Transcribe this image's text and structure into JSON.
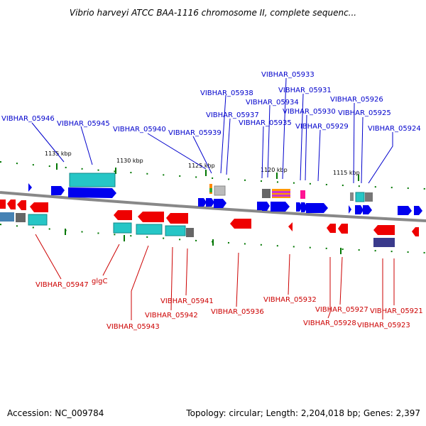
{
  "title": "Vibrio harveyi ATCC BAA-1116 chromosome II, complete sequenc...",
  "footer": {
    "accession": "Accession: NC_009784",
    "summary": "Topology: circular; Length: 2,204,018 bp; Genes: 2,397"
  },
  "colors": {
    "forward_label": "#0000cc",
    "reverse_label": "#cc0000",
    "forward_gene": "#0000ee",
    "reverse_gene": "#ee0000",
    "backbone": "#888888",
    "tick": "#007700"
  },
  "ticks": [
    "1135 kbp",
    "1130 kbp",
    "1125 kbp",
    "1120 kbp",
    "1115 kbp"
  ],
  "forward_labels": [
    "VIBHAR_05946",
    "VIBHAR_05945",
    "VIBHAR_05940",
    "VIBHAR_05939",
    "VIBHAR_05938",
    "VIBHAR_05937",
    "VIBHAR_05935",
    "VIBHAR_05934",
    "VIBHAR_05933",
    "VIBHAR_05931",
    "VIBHAR_05930",
    "VIBHAR_05929",
    "VIBHAR_05926",
    "VIBHAR_05925",
    "VIBHAR_05924"
  ],
  "reverse_labels": [
    "VIBHAR_05947",
    "glgC",
    "VIBHAR_05943",
    "VIBHAR_05942",
    "VIBHAR_05941",
    "VIBHAR_05936",
    "VIBHAR_05932",
    "VIBHAR_05928",
    "VIBHAR_05927",
    "VIBHAR_05923",
    "VIBHAR_05921"
  ]
}
